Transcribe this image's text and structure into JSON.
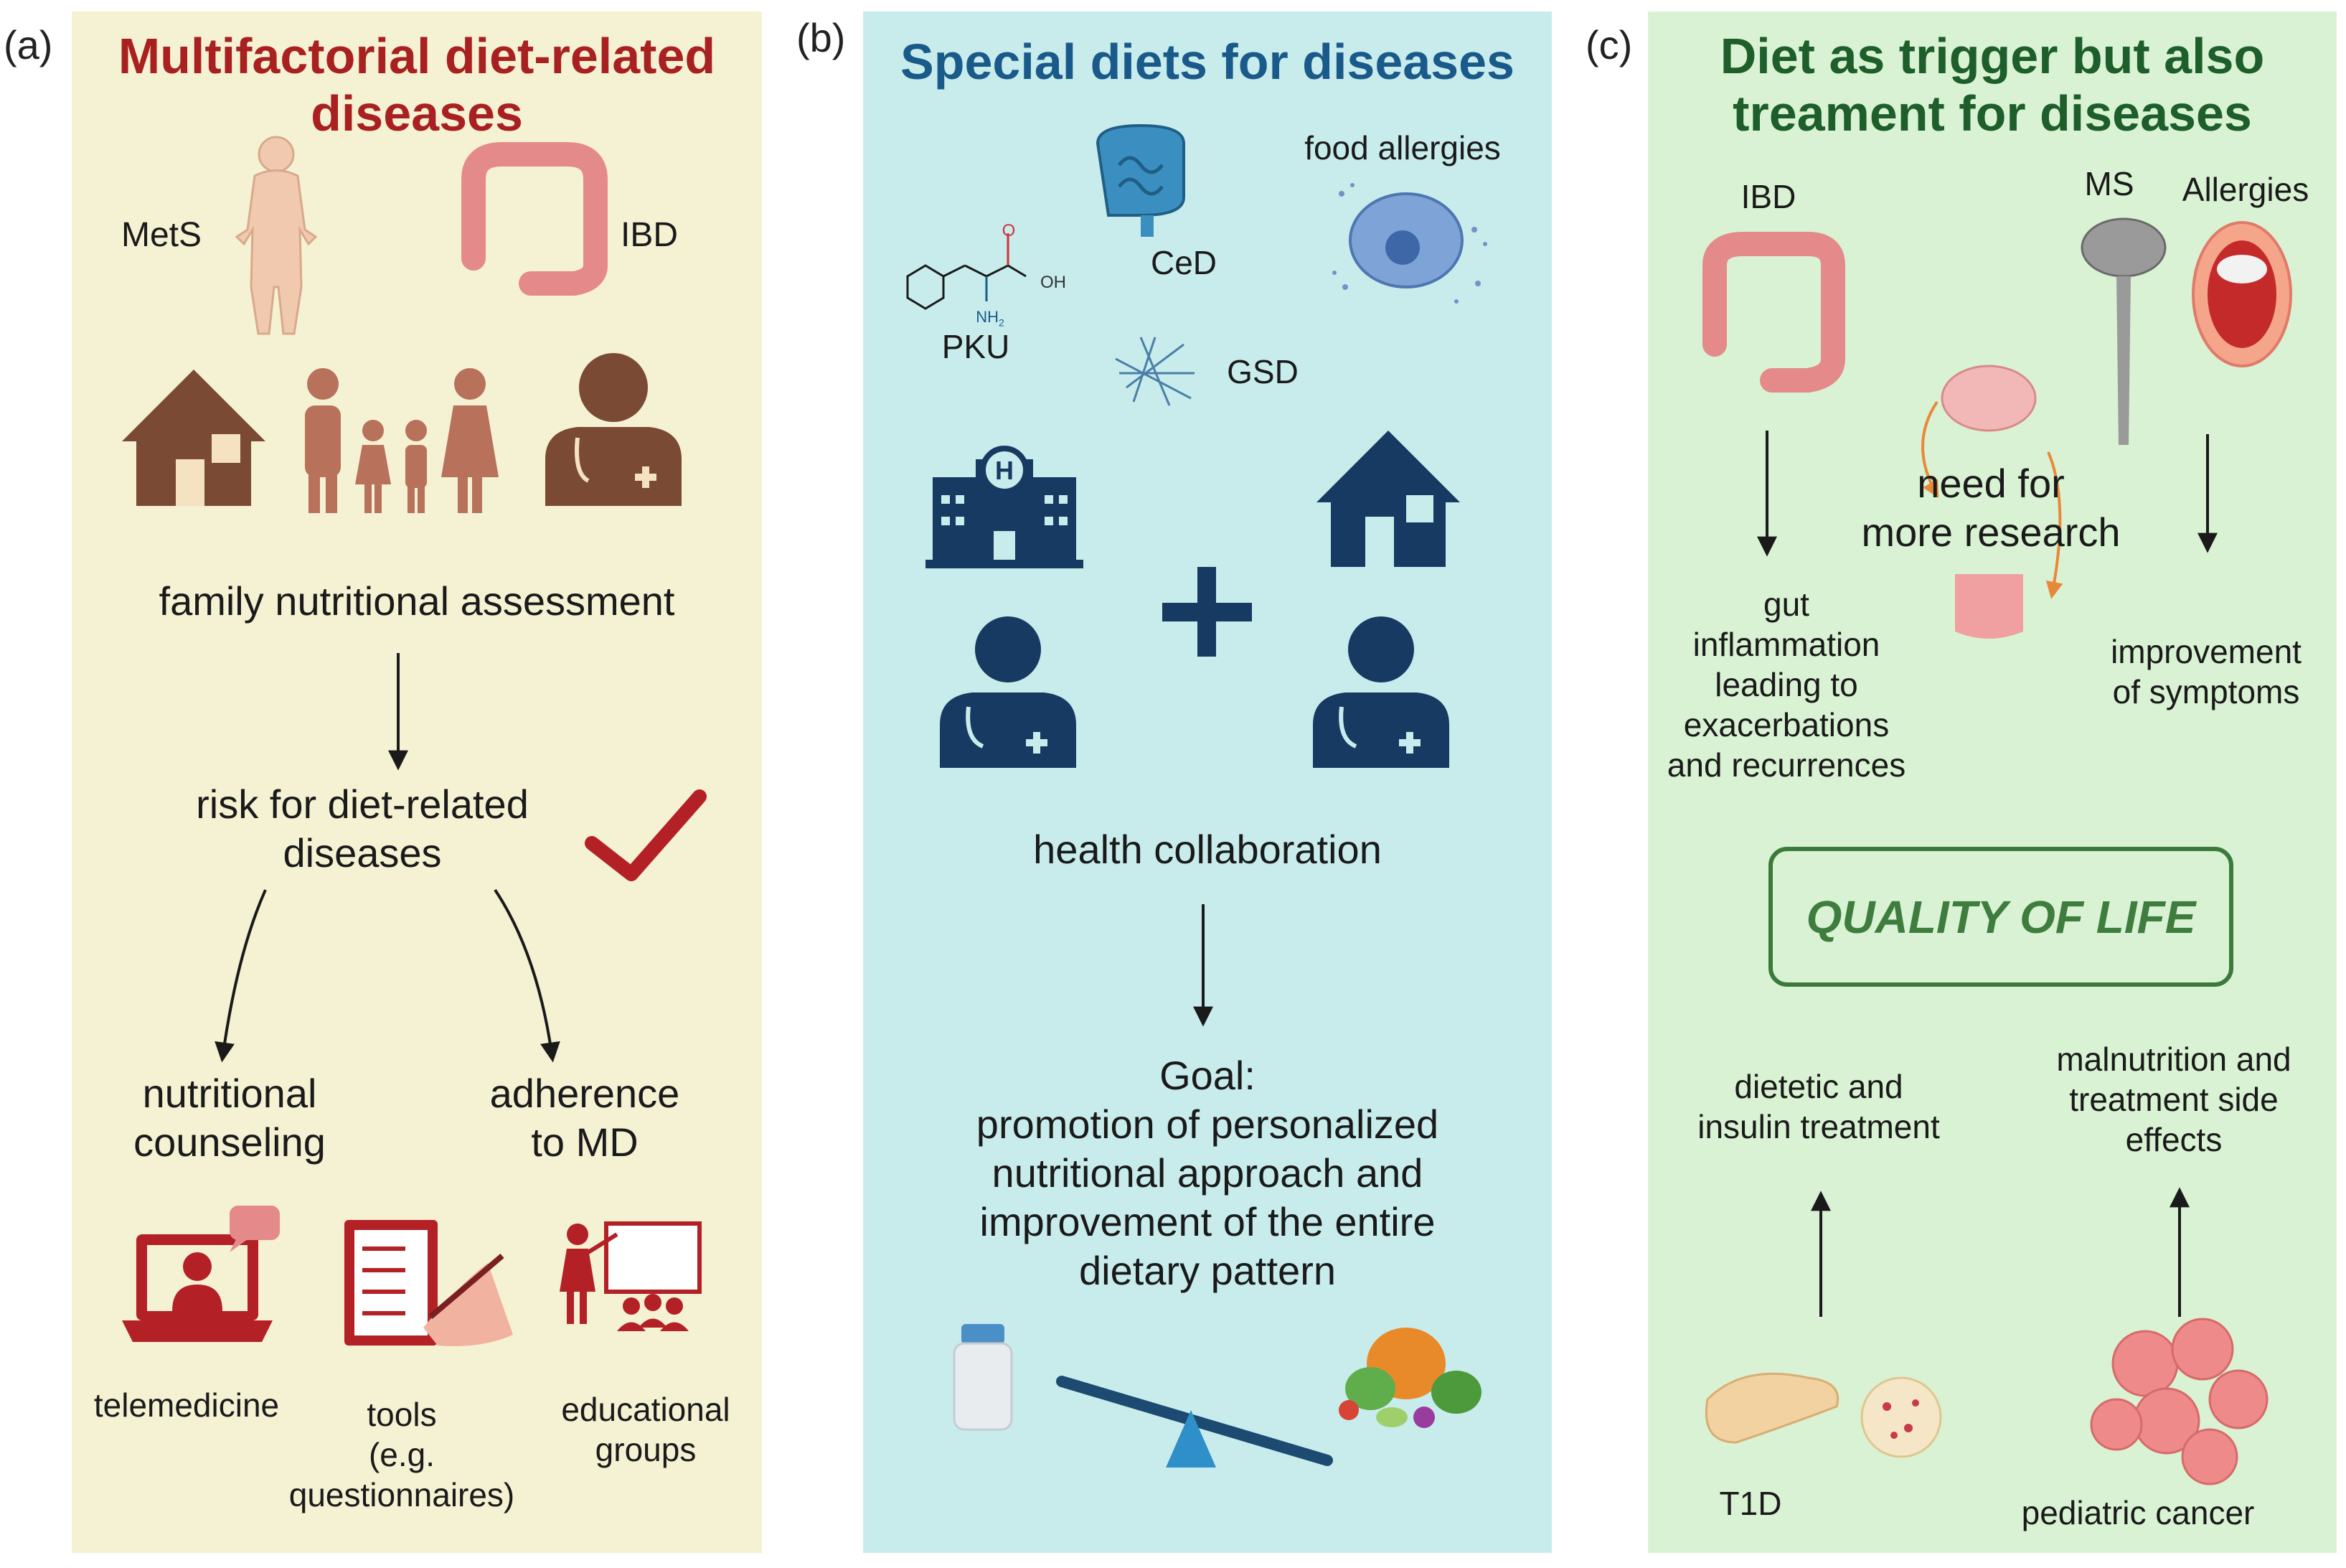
{
  "panel_a": {
    "label": "(a)",
    "title_line1": "Multifactorial diet-related",
    "title_line2": "diseases",
    "mets": "MetS",
    "ibd": "IBD",
    "assessment": "family nutritional assessment",
    "risk_line1": "risk for diet-related",
    "risk_line2": "diseases",
    "counseling_line1": "nutritional",
    "counseling_line2": "counseling",
    "adherence_line1": "adherence",
    "adherence_line2": "to MD",
    "telemedicine": "telemedicine",
    "tools_line1": "tools",
    "tools_line2": "(e.g.",
    "tools_line3": "questionnaires)",
    "educational_line1": "educational",
    "educational_line2": "groups"
  },
  "panel_b": {
    "label": "(b)",
    "title": "Special diets for diseases",
    "pku": "PKU",
    "ced": "CeD",
    "food_allergies": "food allergies",
    "gsd": "GSD",
    "collaboration": "health collaboration",
    "goal_line1": "Goal:",
    "goal_line2": "promotion of personalized",
    "goal_line3": "nutritional approach and",
    "goal_line4": "improvement of the entire",
    "goal_line5": "dietary pattern",
    "oh": "OH",
    "o": "O",
    "nh2": "NH",
    "nh2_sub": "2"
  },
  "panel_c": {
    "label": "(c)",
    "title_line1": "Diet as trigger but also",
    "title_line2": "treament for diseases",
    "ibd": "IBD",
    "ms": "MS",
    "allergies": "Allergies",
    "research_line1": "need for",
    "research_line2": "more research",
    "gut_line1": "gut",
    "gut_line2": "inflammation",
    "gut_line3": "leading to",
    "gut_line4": "exacerbations",
    "gut_line5": "and recurrences",
    "improve_line1": "improvement",
    "improve_line2": "of symptoms",
    "qol": "QUALITY OF LIFE",
    "dietetic_line1": "dietetic and",
    "dietetic_line2": "insulin treatment",
    "maln_line1": "malnutrition and",
    "maln_line2": "treatment side",
    "maln_line3": "effects",
    "t1d": "T1D",
    "cancer": "pediatric cancer"
  },
  "colors": {
    "panel_a_bg": "#f5f1d3",
    "panel_b_bg": "#c8ecec",
    "panel_c_bg": "#d9f2d3",
    "title_a": "#a8201f",
    "title_b": "#1a5a8a",
    "title_c": "#1d5e2b",
    "navy": "#173a63",
    "brown": "#7a4a34",
    "red": "#b32025"
  }
}
